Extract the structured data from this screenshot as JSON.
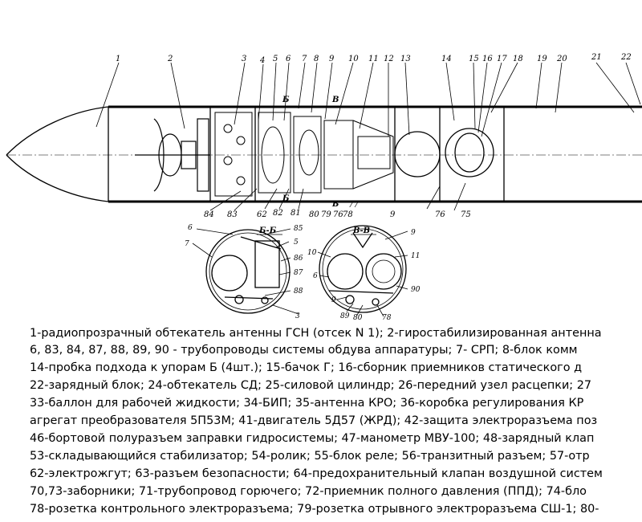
{
  "callouts": {
    "top": [
      "1",
      "2",
      "3",
      "4",
      "5",
      "6",
      "7",
      "8",
      "9",
      "10",
      "11",
      "12",
      "13",
      "14",
      "15",
      "16",
      "17",
      "18",
      "19",
      "20",
      "21",
      "22"
    ],
    "bottom": [
      "84",
      "83",
      "62",
      "82",
      "81",
      "80",
      "79",
      "76",
      "78",
      "77",
      "9",
      "76",
      "75"
    ],
    "section_a": [
      "6",
      "7",
      "85",
      "5",
      "86",
      "87",
      "88",
      "3"
    ],
    "section_b": [
      "9",
      "10",
      "11",
      "6",
      "90",
      "9",
      "89",
      "80",
      "78"
    ],
    "section_marks": [
      "Б",
      "Б",
      "В",
      "В"
    ],
    "section_titles": [
      "Б-Б",
      "В-В"
    ]
  },
  "legend": [
    "1-радиопрозрачный обтекатель антенны ГСН (отсек N 1); 2-гиростабилизированная антенна",
    "6, 83, 84, 87, 88, 89, 90 - трубопроводы системы обдува аппаратуры; 7- СРП;  8-блок комм",
    "14-пробка подхода к упорам Б (4шт.); 15-бачок Г;  16-сборник приемников статического д",
    "22-зарядный блок; 24-обтекатель СД; 25-силовой цилиндр; 26-передний узел расцепки; 27",
    "33-баллон для рабочей жидкости; 34-БИП; 35-антенна КРО; 36-коробка регулирования КР",
    "агрегат преобразователя 5П53М; 41-двигатель 5Д57 (ЖРД); 42-защита электроразъема поз",
    "46-бортовой полуразъем заправки гидросистемы; 47-манометр МВУ-100; 48-зарядный клап",
    "53-складывающийся стабилизатор; 54-ролик; 55-блок реле; 56-транзитный разъем; 57-отр",
    "62-электрожгут; 63-разъем безопасности; 64-предохранительный клапан воздушной систем",
    "70,73-заборники; 71-трубопровод горючего; 72-приемник полного давления (ППД); 74-бло",
    "78-розетка контрольного электроразъема; 79-розетка отрывного электроразъема СШ-1; 80-"
  ]
}
